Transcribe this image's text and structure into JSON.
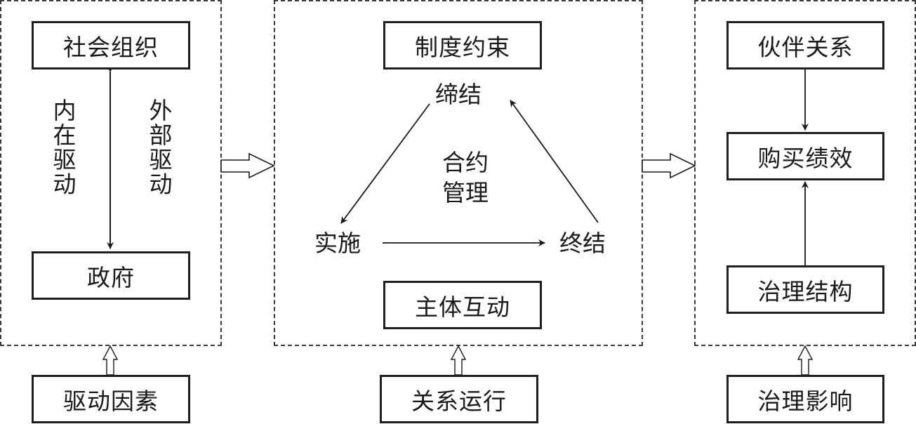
{
  "diagram": {
    "left_panel": {
      "top_box": "社会组织",
      "bottom_box": "政府",
      "left_label": "内在驱动",
      "right_label": "外部驱动",
      "footer_box": "驱动因素"
    },
    "middle_panel": {
      "top_box": "制度约束",
      "bottom_box": "主体互动",
      "cycle": {
        "top": "缔结",
        "left": "实施",
        "right": "终结",
        "center_line1": "合约",
        "center_line2": "管理"
      },
      "footer_box": "关系运行"
    },
    "right_panel": {
      "top_box": "伙伴关系",
      "middle_box": "购买绩效",
      "bottom_box": "治理结构",
      "footer_box": "治理影响"
    }
  }
}
